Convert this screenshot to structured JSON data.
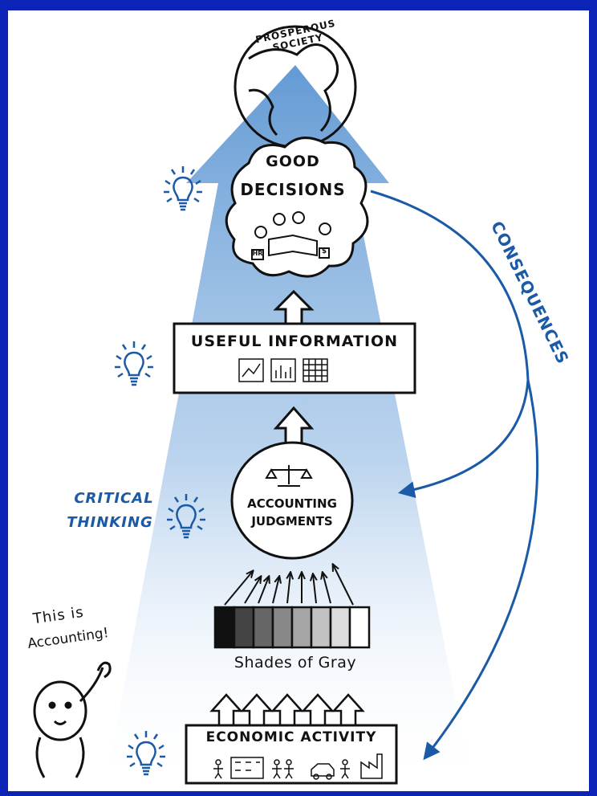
{
  "labels": {
    "prosperous_society": "PROSPEROUS SOCIETY",
    "good_decisions_line1": "GOOD",
    "good_decisions_line2": "DECISIONS",
    "useful_information": "USEFUL INFORMATION",
    "accounting_judgments_line1": "ACCOUNTING",
    "accounting_judgments_line2": "JUDGMENTS",
    "critical_thinking_line1": "CRITICAL",
    "critical_thinking_line2": "THINKING",
    "consequences": "CONSEQUENCES",
    "shades_of_gray": "Shades of Gray",
    "economic_activity": "ECONOMIC ACTIVITY",
    "this_is_line1": "This is",
    "this_is_line2": "Accounting!",
    "person_tag_hr": "HR",
    "person_tag_dollar": "$"
  },
  "colors": {
    "frame": "#0c23b8",
    "arrow_blue": "#5b95d2",
    "ink_blue": "#1a5aa6",
    "ink": "#111111"
  },
  "icons": [
    "globe-icon",
    "lightbulb-icon",
    "scale-icon",
    "chart-icon",
    "grid-icon",
    "building-icon",
    "factory-icon",
    "car-icon",
    "person-icon"
  ]
}
